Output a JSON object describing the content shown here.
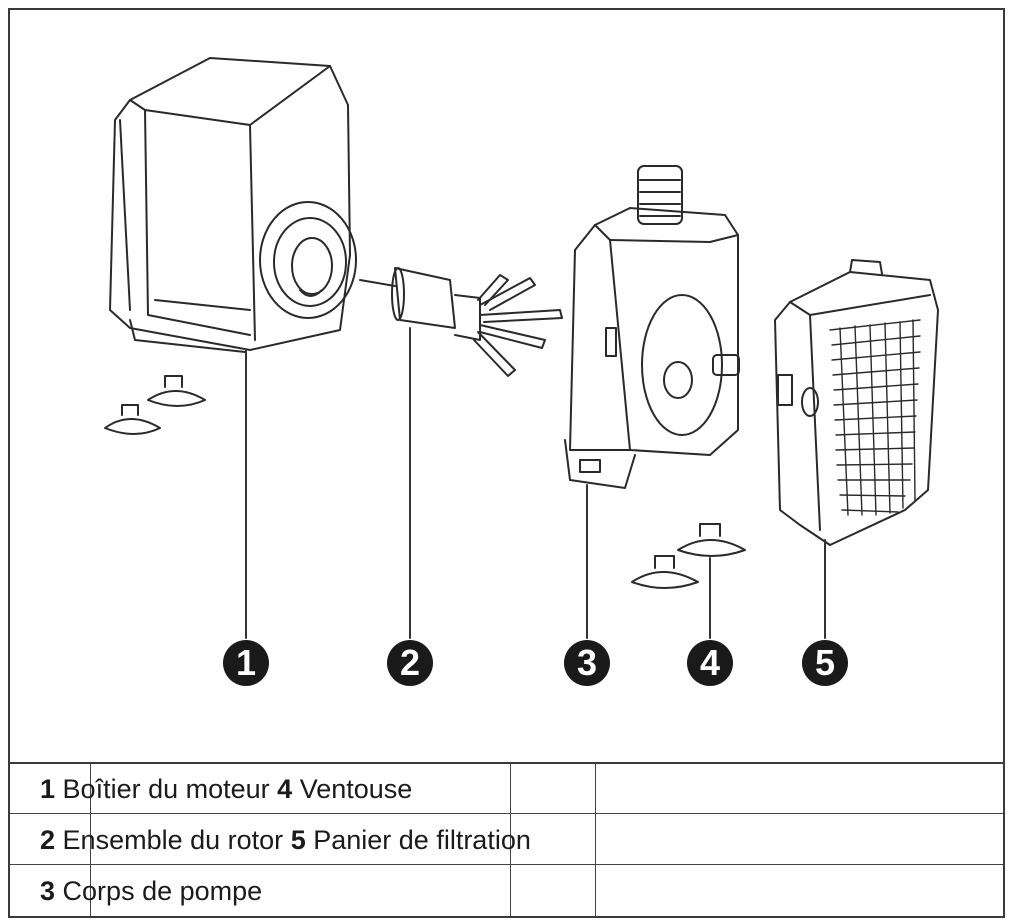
{
  "callouts": [
    "1",
    "2",
    "3",
    "4",
    "5"
  ],
  "legend": {
    "rows": [
      [
        {
          "num": "1",
          "text": "Boîtier du moteur"
        },
        {
          "num": "4",
          "text": "Ventouse"
        }
      ],
      [
        {
          "num": "2",
          "text": "Ensemble du rotor"
        },
        {
          "num": "5",
          "text": "Panier de filtration"
        }
      ],
      [
        {
          "num": "3",
          "text": "Corps de pompe"
        }
      ]
    ]
  }
}
